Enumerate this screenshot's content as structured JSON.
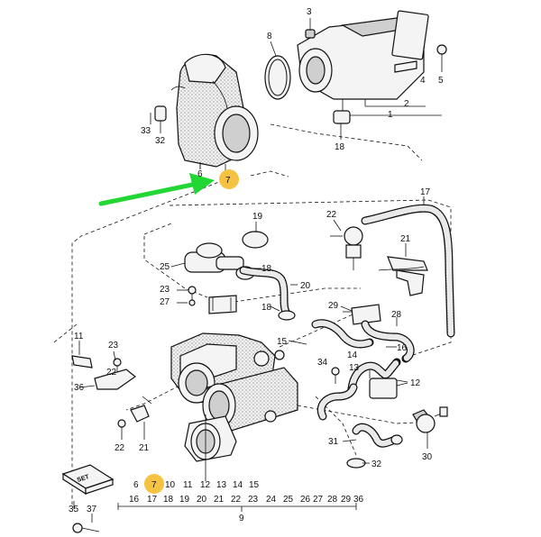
{
  "colors": {
    "highlight": "#f5c242",
    "arrow": "#22d633",
    "ink": "#111111",
    "paper": "#ffffff"
  },
  "top_labels": {
    "l3": "3",
    "l8": "8",
    "l4": "4",
    "l5": "5",
    "l2": "2",
    "l1": "1",
    "l33": "33",
    "l32": "32",
    "l18a": "18",
    "l6a": "6",
    "l7a": "7"
  },
  "mid_labels": {
    "l17": "17",
    "l19": "19",
    "l22a": "22",
    "l21a": "21",
    "l25": "25",
    "l18b": "18",
    "l20": "20",
    "l23a": "23",
    "l27": "27",
    "l29": "29",
    "l28": "28",
    "l18c": "18",
    "l15": "15",
    "l16": "16",
    "l11": "11",
    "l23b": "23",
    "l22b": "22",
    "l14": "14",
    "l34": "34",
    "l13": "13",
    "l36": "36",
    "l12": "12",
    "l22c": "22",
    "l21b": "21"
  },
  "bottom_labels": {
    "l31": "31",
    "l30": "30",
    "l32b": "32",
    "l35": "35",
    "l37": "37",
    "kit": "SET"
  },
  "bottom_rows": {
    "row1": [
      "6",
      "7",
      "10",
      "11",
      "12",
      "13",
      "14",
      "15"
    ],
    "row2": [
      "16",
      "17",
      "18",
      "19",
      "20",
      "21",
      "22",
      "23",
      "24",
      "25",
      "26",
      "27",
      "28",
      "29",
      "36"
    ],
    "assembly": "9"
  }
}
